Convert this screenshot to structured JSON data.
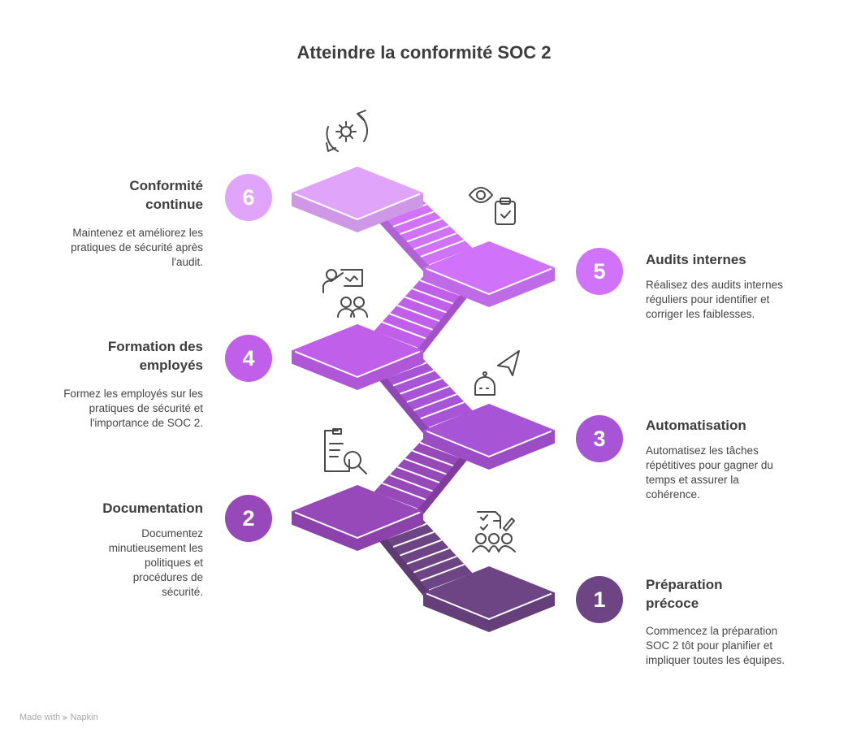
{
  "title": "Atteindre la conformité SOC 2",
  "steps": [
    {
      "num": "1",
      "label": "Préparation précoce",
      "desc": "Commencez la préparation SOC 2 tôt pour planifier et impliquer toutes les équipes.",
      "color": "#6e4584",
      "icon": "team-checklist-icon"
    },
    {
      "num": "2",
      "label": "Documentation",
      "desc": "Documentez minutieusement les politiques et procédures de sécurité.",
      "color": "#9748b9",
      "icon": "document-search-icon"
    },
    {
      "num": "3",
      "label": "Automatisation",
      "desc": "Automatisez les tâches répétitives pour gagner du temps et assurer la cohérence.",
      "color": "#a854d6",
      "icon": "robot-cursor-icon"
    },
    {
      "num": "4",
      "label": "Formation des employés",
      "desc": "Formez les employés sur les pratiques de sécurité et l'importance de SOC 2.",
      "color": "#bf5fea",
      "icon": "presentation-icon"
    },
    {
      "num": "5",
      "label": "Audits internes",
      "desc": "Réalisez des audits internes réguliers pour identifier et corriger les faiblesses.",
      "color": "#d073fa",
      "icon": "eye-clipboard-icon"
    },
    {
      "num": "6",
      "label": "Conformité continue",
      "desc": "Maintenez et améliorez les pratiques de sécurité après l'audit.",
      "color": "#e0a5fb",
      "icon": "gear-cycle-icon"
    }
  ],
  "footer": "Made with ⫸ Napkin"
}
